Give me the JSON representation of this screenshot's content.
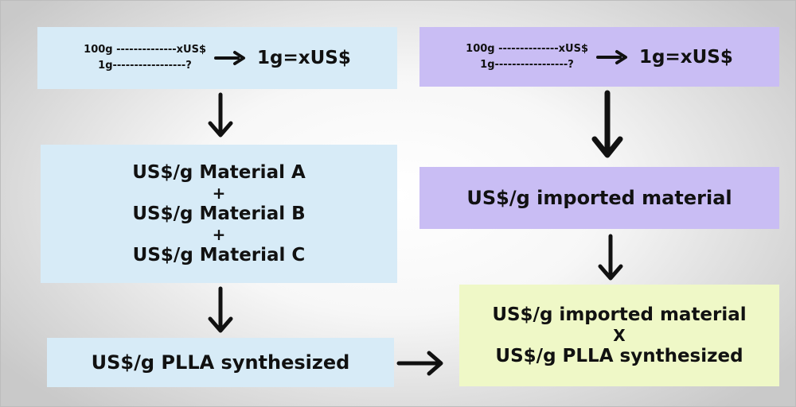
{
  "left": {
    "calc": {
      "line1": "100g --------------xUS$",
      "line2": "1g-----------------?",
      "result": "1g=xUS$"
    },
    "materials": {
      "line1": "US$/g Material A",
      "op1": "+",
      "line2": "US$/g Material B",
      "op2": "+",
      "line3": "US$/g Material C"
    },
    "synth": "US$/g PLLA synthesized"
  },
  "right": {
    "calc": {
      "line1": "100g --------------xUS$",
      "line2": "1g-----------------?",
      "result": "1g=xUS$"
    },
    "imported": "US$/g imported material",
    "final": {
      "line1": "US$/g imported material",
      "op": "X",
      "line2": "US$/g PLLA synthesized"
    }
  },
  "colors": {
    "left_boxes": "#d7ebf7",
    "right_boxes": "#c9bdf4",
    "final_box": "#eff8c7",
    "arrows": "#111111"
  }
}
